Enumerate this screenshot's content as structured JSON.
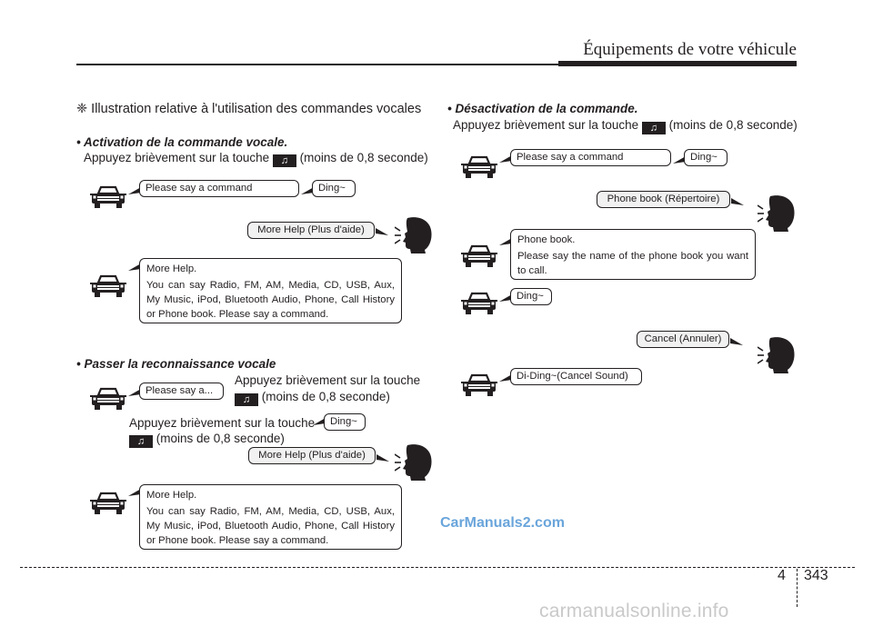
{
  "header": {
    "title": "Équipements de votre véhicule"
  },
  "intro": {
    "text": "❈ Illustration relative à l'utilisation des commandes vocales"
  },
  "activation": {
    "title": "• Activation de la commande vocale.",
    "instruction_before": "Appuyez brièvement sur la touche",
    "instruction_after": "(moins de 0,8 seconde)",
    "system_prompt": "Please say a command",
    "ding": "Ding~",
    "user_reply": "More Help (Plus d'aide)",
    "help_first": "More Help.",
    "help_rest": "You can say Radio, FM, AM, Media, CD, USB, Aux, My Music, iPod, Bluetooth Audio, Phone, Call History or Phone book. Please say a command."
  },
  "skip": {
    "title": "• Passer la reconnaissance vocale",
    "system_prompt": "Please say a...",
    "note1_line1": "Appuyez brièvement sur la touche",
    "note1_line2": "(moins de 0,8 seconde)",
    "note2_line1": "Appuyez brièvement sur la touche",
    "note2_line2": "(moins de 0,8 seconde)",
    "ding": "Ding~",
    "user_reply": "More Help (Plus d'aide)",
    "help_first": "More Help.",
    "help_rest": "You can say Radio, FM, AM, Media, CD, USB, Aux, My Music, iPod, Bluetooth Audio, Phone, Call History or Phone book. Please say a command."
  },
  "deactivation": {
    "title": "• Désactivation de la commande.",
    "instruction_before": "Appuyez brièvement sur la touche",
    "instruction_after": "(moins de 0,8 seconde)",
    "system_prompt": "Please say a command",
    "ding": "Ding~",
    "user_reply_phonebook": "Phone book (Répertoire)",
    "phonebook_first": "Phone book.",
    "phonebook_rest": "Please say the name of the phone book you want to call.",
    "ding2": "Ding~",
    "user_reply_cancel": "Cancel (Annuler)",
    "cancel_sound": "Di-Ding~(Cancel Sound)"
  },
  "footer": {
    "section": "4",
    "page": "343"
  },
  "watermarks": {
    "primary": "CarManuals2.com",
    "secondary": "carmanualsonline.info"
  },
  "colors": {
    "ink": "#231f20",
    "user_bubble": "#f1f1f1",
    "watermark_blue": "#6aa5db",
    "watermark_gray": "#c9c9c9"
  },
  "icons": {
    "talk_key": "voice-command-key-icon",
    "car": "car-icon",
    "speaker": "speaking-head-icon"
  }
}
